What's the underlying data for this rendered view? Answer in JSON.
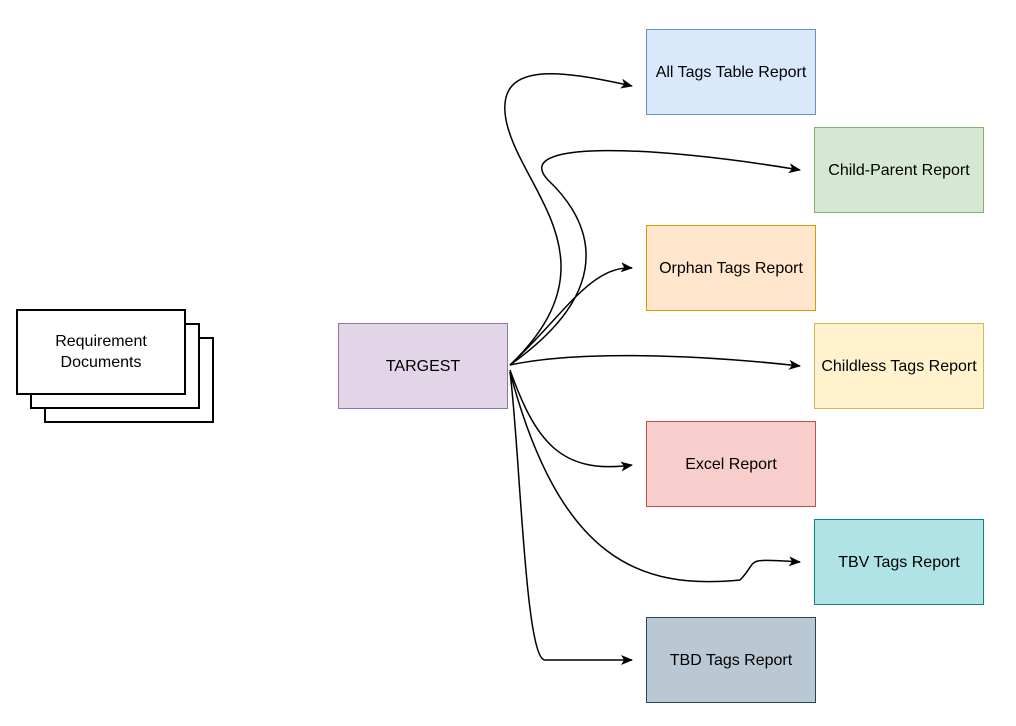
{
  "diagram": {
    "source": {
      "label": "Requirement\nDocuments",
      "fill": "#ffffff",
      "stroke": "#000000"
    },
    "hub": {
      "label": "TARGEST",
      "fill": "#e1d5e7",
      "stroke": "#9673a6"
    },
    "reports": [
      {
        "id": "all-tags-table",
        "label": "All Tags Table Report",
        "fill": "#dae8fc",
        "stroke": "#6c8ebf"
      },
      {
        "id": "child-parent",
        "label": "Child-Parent Report",
        "fill": "#d5e8d4",
        "stroke": "#82b366"
      },
      {
        "id": "orphan-tags",
        "label": "Orphan Tags Report",
        "fill": "#ffe6cc",
        "stroke": "#d79b00"
      },
      {
        "id": "childless-tags",
        "label": "Childless Tags Report",
        "fill": "#fff2cc",
        "stroke": "#d6b656"
      },
      {
        "id": "excel",
        "label": "Excel Report",
        "fill": "#f8cecc",
        "stroke": "#b85450"
      },
      {
        "id": "tbv-tags",
        "label": "TBV Tags Report",
        "fill": "#b0e3e6",
        "stroke": "#0e8088"
      },
      {
        "id": "tbd-tags",
        "label": "TBD Tags Report",
        "fill": "#bac8d3",
        "stroke": "#23445d"
      }
    ],
    "edge_color": "#000000"
  }
}
